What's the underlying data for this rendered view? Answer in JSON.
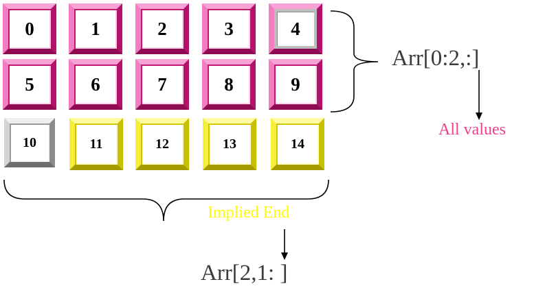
{
  "grid": {
    "rows": [
      [
        {
          "label": "0",
          "color": "pink"
        },
        {
          "label": "1",
          "color": "pink"
        },
        {
          "label": "2",
          "color": "pink"
        },
        {
          "label": "3",
          "color": "pink"
        },
        {
          "label": "4",
          "color": "pink-gray"
        }
      ],
      [
        {
          "label": "5",
          "color": "pink"
        },
        {
          "label": "6",
          "color": "pink"
        },
        {
          "label": "7",
          "color": "pink"
        },
        {
          "label": "8",
          "color": "pink"
        },
        {
          "label": "9",
          "color": "pink"
        }
      ],
      [
        {
          "label": "10",
          "color": "gray"
        },
        {
          "label": "11",
          "color": "yellow"
        },
        {
          "label": "12",
          "color": "yellow"
        },
        {
          "label": "13",
          "color": "yellow"
        },
        {
          "label": "14",
          "color": "yellow"
        }
      ]
    ]
  },
  "annotations": {
    "row_slice_expr": "Arr[0:2,:]",
    "all_values_note": "All values",
    "implied_end_note": "Implied End",
    "col_slice_expr": "Arr[2,1: ]"
  },
  "colors": {
    "pink": "#e0338f",
    "yellow": "#ffff00",
    "gray": "#9a9a9a",
    "all_values_text": "#ee3f8f",
    "implied_end_text": "#ffff00"
  }
}
